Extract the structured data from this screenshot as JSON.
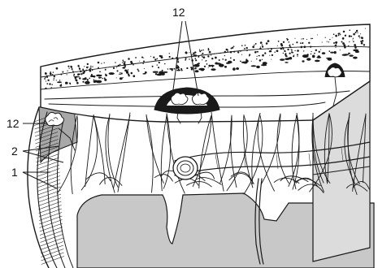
{
  "labels": {
    "top": "12",
    "left_upper": "12",
    "left_middle": "2",
    "left_lower": "1"
  },
  "colors": {
    "ink": "#1a1a1a",
    "paper": "#ffffff",
    "gray_fill": "#c8c8c8",
    "dark_gray_fill": "#a8a8a8",
    "light_gray_fill": "#dcdcdc"
  }
}
